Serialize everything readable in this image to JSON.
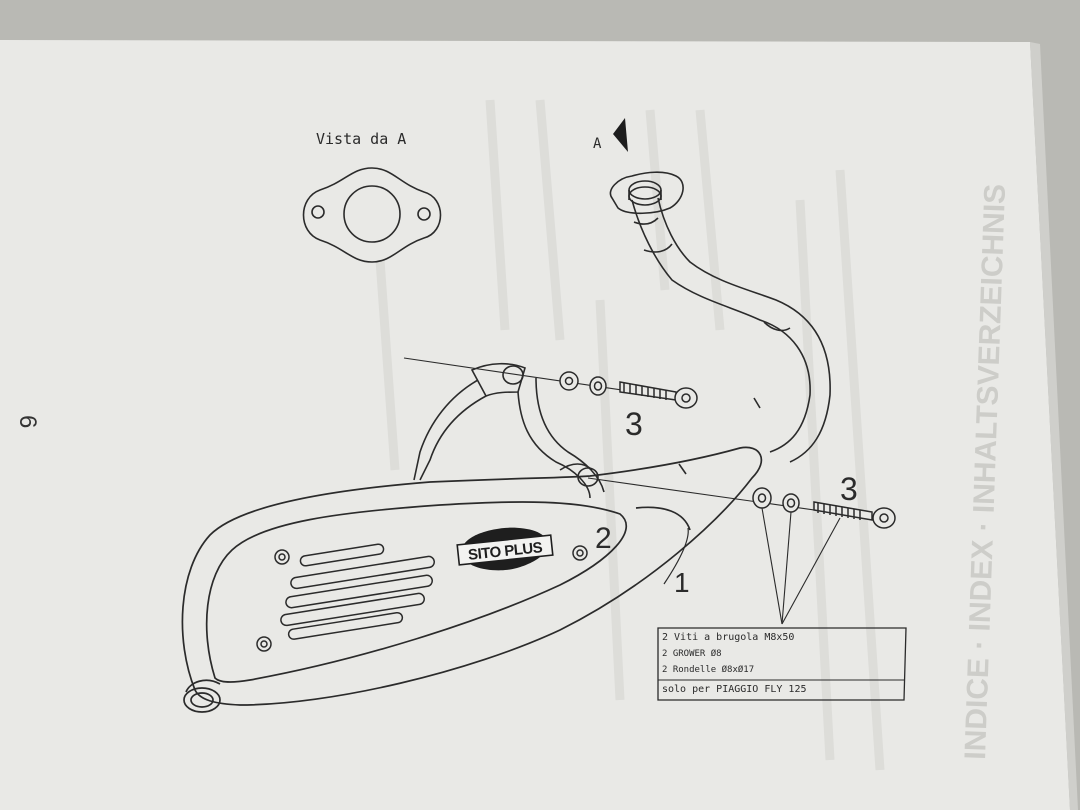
{
  "page": {
    "number": "6",
    "mirrored_header": "INDICE · INDEX · INHALTSVERZEICHNIS"
  },
  "view": {
    "title": "Vista da A",
    "arrow_label": "A"
  },
  "callouts": {
    "muffler": "1",
    "badge": "2",
    "bolt_upper": "3",
    "bolt_lower": "3"
  },
  "brand": {
    "badge_text": "SITO PLUS"
  },
  "parts_box": {
    "lines": [
      "2 Viti a brugola M8x50",
      "2 GROWER Ø8",
      "2 Rondelle Ø8xØ17"
    ],
    "footer": "solo per PIAGGIO FLY 125"
  },
  "colors": {
    "paper": "#e9e9e6",
    "ink": "#2b2b2b",
    "background": "#b9b9b4"
  }
}
